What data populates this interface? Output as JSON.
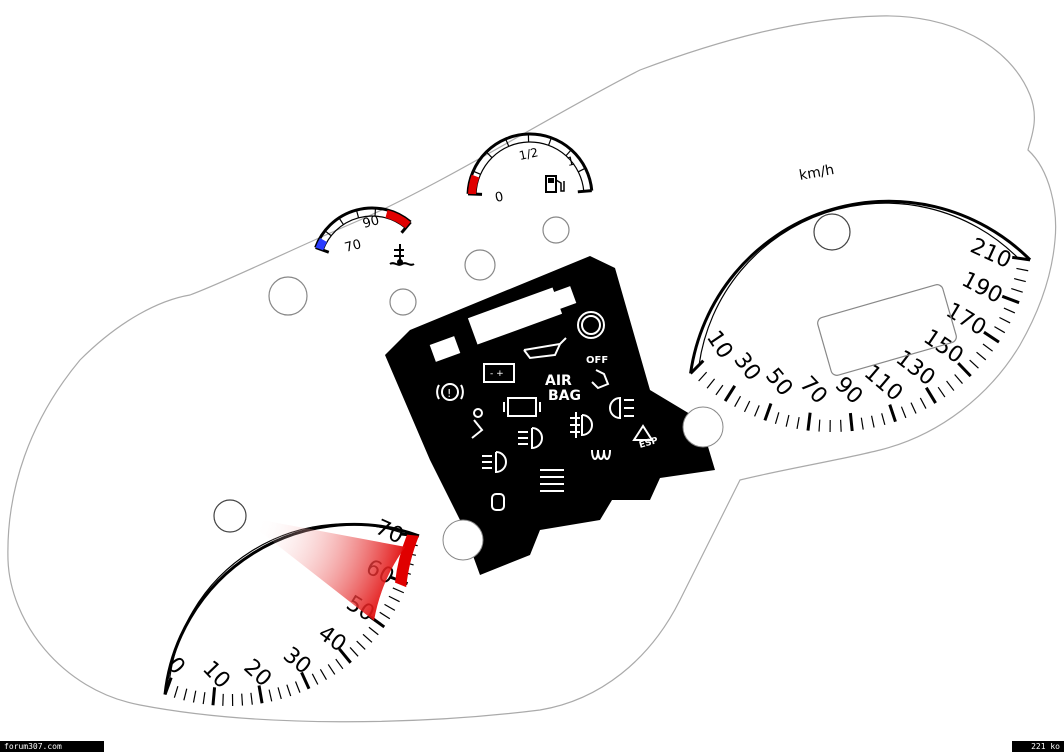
{
  "tachometer": {
    "labels": [
      "0",
      "10",
      "20",
      "30",
      "40",
      "50",
      "60",
      "70"
    ],
    "redline_color": "#e00000"
  },
  "speedometer": {
    "labels": [
      "10",
      "30",
      "50",
      "70",
      "90",
      "110",
      "130",
      "150",
      "170",
      "190",
      "210"
    ],
    "unit": "km/h"
  },
  "temperature_gauge": {
    "labels": [
      "70",
      "90"
    ],
    "icon": "coolant-temperature-icon",
    "cold_color": "#2a3cff",
    "hot_color": "#e00000"
  },
  "fuel_gauge": {
    "labels": [
      "0",
      "1/2",
      "1"
    ],
    "icon": "fuel-pump-icon",
    "low_color": "#e00000"
  },
  "warning_panel": {
    "airbag_label_line1": "AIR",
    "airbag_label_line2": "BAG",
    "airbag_off_label": "OFF",
    "esp_label": "ESP",
    "icons": [
      "handbrake-icon",
      "parking-brake-icon",
      "battery-icon",
      "oil-pressure-icon",
      "brake-circle-icon",
      "airbag-off-icon",
      "seatbelt-icon",
      "engine-check-icon",
      "low-beam-icon",
      "high-beam-icon",
      "front-fog-icon",
      "rear-fog-icon",
      "glow-plug-icon",
      "esp-warning-icon",
      "fuel-filter-icon",
      "water-in-fuel-icon"
    ]
  },
  "footer": {
    "left_text": "forum307.com",
    "right_text": "221 ko"
  }
}
